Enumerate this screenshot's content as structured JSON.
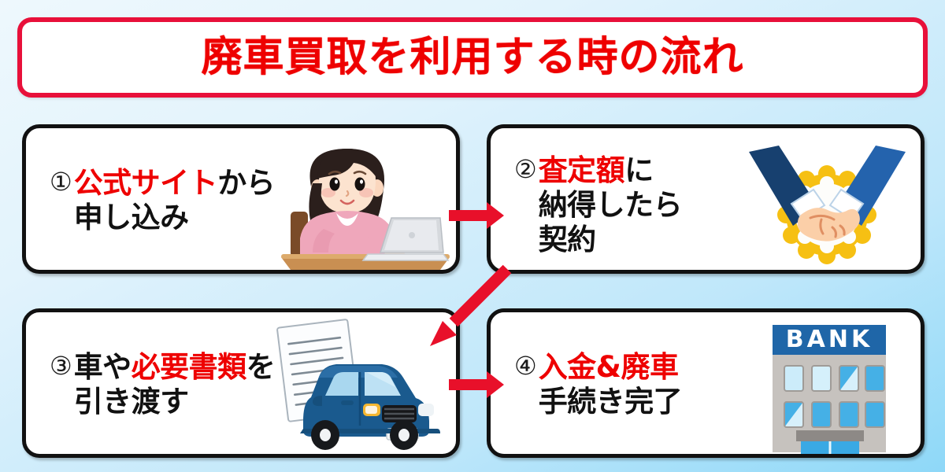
{
  "page": {
    "title": "廃車買取を利用する時の流れ",
    "background_color": "#cdeefb",
    "title_border_color": "#e8103a",
    "title_text_color": "#ee0000",
    "box_border_color": "#111111",
    "arrow_color": "#e8102a",
    "highlight_color": "#ee0000",
    "body_text_color": "#111111"
  },
  "steps": [
    {
      "number": "①",
      "lines": [
        [
          {
            "text": "公式サイト",
            "style": "highlight"
          },
          {
            "text": "から",
            "style": "normal"
          }
        ],
        [
          {
            "text": "申し込み",
            "style": "normal"
          }
        ]
      ],
      "illustration": "woman-at-laptop-icon"
    },
    {
      "number": "②",
      "lines": [
        [
          {
            "text": "査定額",
            "style": "highlight"
          },
          {
            "text": "に",
            "style": "normal"
          }
        ],
        [
          {
            "text": "納得したら",
            "style": "normal"
          }
        ],
        [
          {
            "text": "契約",
            "style": "normal"
          }
        ]
      ],
      "illustration": "handshake-icon"
    },
    {
      "number": "③",
      "lines": [
        [
          {
            "text": "車や",
            "style": "normal"
          },
          {
            "text": "必要書類",
            "style": "highlight"
          },
          {
            "text": "を",
            "style": "normal"
          }
        ],
        [
          {
            "text": "引き渡す",
            "style": "normal"
          }
        ]
      ],
      "illustration": "car-and-document-icon"
    },
    {
      "number": "④",
      "lines": [
        [
          {
            "text": "入金&廃車",
            "style": "highlight"
          }
        ],
        [
          {
            "text": "手続き完了",
            "style": "normal"
          }
        ]
      ],
      "illustration": "bank-building-icon",
      "illustration_label": "BANK"
    }
  ],
  "arrows": [
    {
      "name": "arrow-step1-to-step2",
      "direction": "right"
    },
    {
      "name": "arrow-step2-to-step3",
      "direction": "down-left"
    },
    {
      "name": "arrow-step3-to-step4",
      "direction": "right"
    }
  ]
}
